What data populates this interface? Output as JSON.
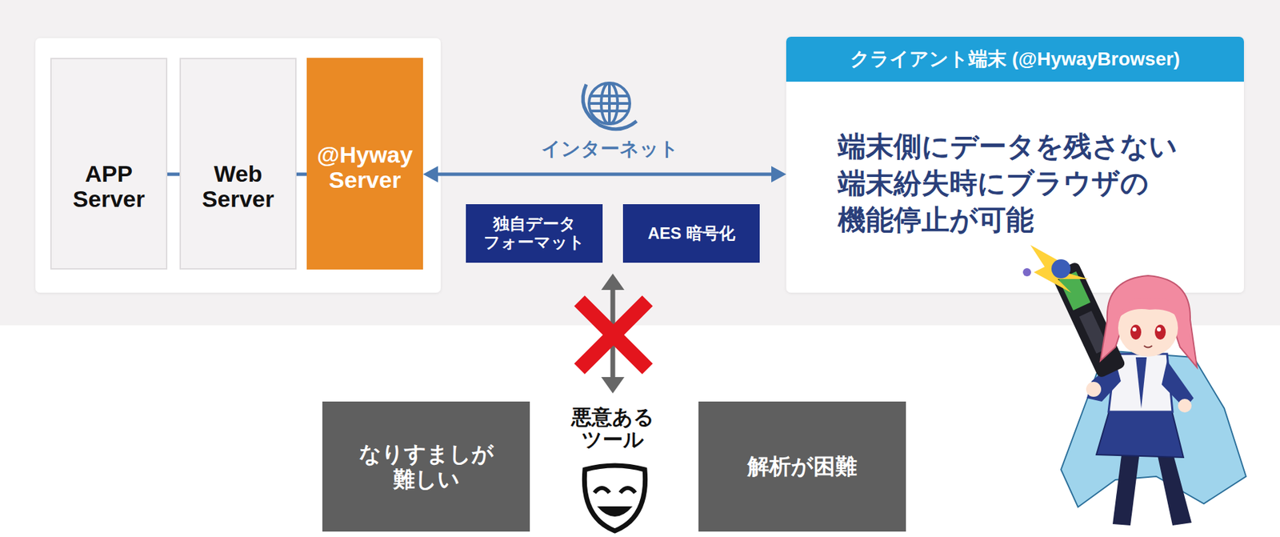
{
  "diagram": {
    "nodes": [
      {
        "text": [
          "APP Server"
        ]
      },
      {
        "text": [
          "Web Server"
        ]
      },
      {
        "text": [
          "@Hyway Server"
        ]
      },
      {
        "text": [
          "クライアント端末 (@HywayBrowser)",
          "端末側にデータを残さない 端末紛失時にブラウザの 機能停止が可能"
        ]
      },
      {
        "text": [
          "独自データ フォーマット"
        ]
      },
      {
        "text": [
          "AES 暗号化"
        ]
      },
      {
        "text": [
          "なりすましが 難しい"
        ]
      },
      {
        "text": [
          "解析が困難"
        ]
      }
    ],
    "edges": [
      {
        "from": 0,
        "to": 1,
        "arrow": "none"
      },
      {
        "from": 1,
        "to": 2,
        "arrow": "none"
      },
      {
        "from": 2,
        "to": 3,
        "label": "インターネット",
        "arrow": "both"
      }
    ],
    "labels": [
      "悪意ある ツール"
    ]
  }
}
